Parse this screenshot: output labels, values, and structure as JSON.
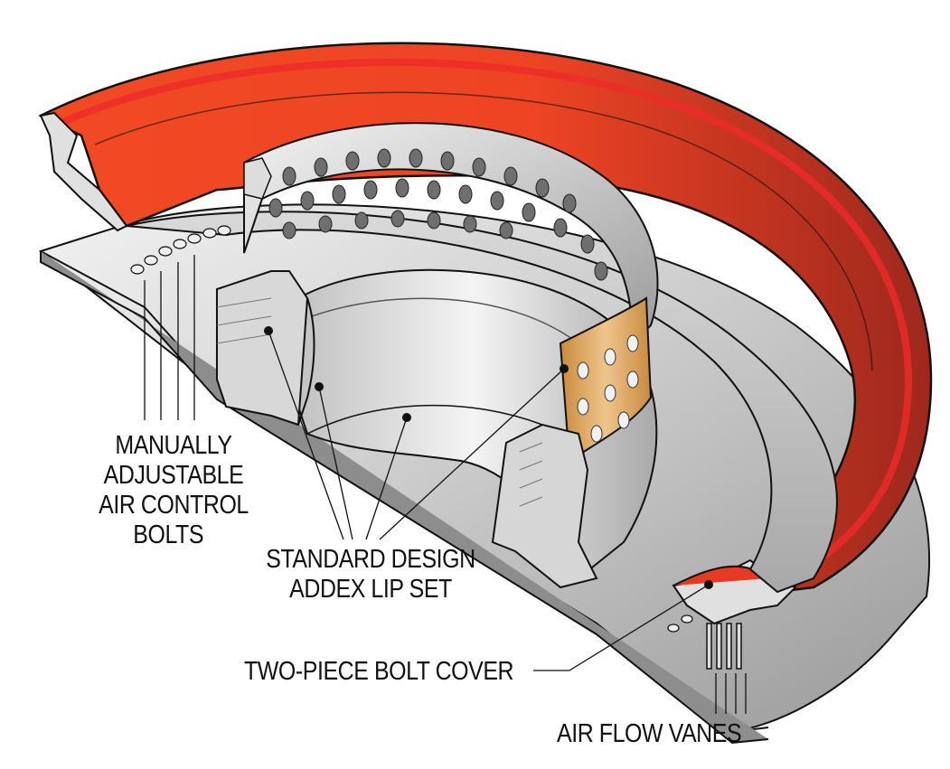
{
  "labels": {
    "air_control_bolts": [
      "MANUALLY",
      "ADJUSTABLE",
      "AIR CONTROL",
      "BOLTS"
    ],
    "lip_set": [
      "STANDARD DESIGN",
      "ADDEX LIP SET"
    ],
    "bolt_cover": "TWO-PIECE BOLT COVER",
    "air_flow_vanes": "AIR FLOW VANES"
  },
  "colors": {
    "cover_red": "#e63a22",
    "cover_dark_red": "#a82a1e",
    "steel_light": "#e8e8e8",
    "steel_mid": "#bdbdbd",
    "steel_dark": "#8a8a8a",
    "bronze": "#d9a25e",
    "outline": "#111111"
  }
}
